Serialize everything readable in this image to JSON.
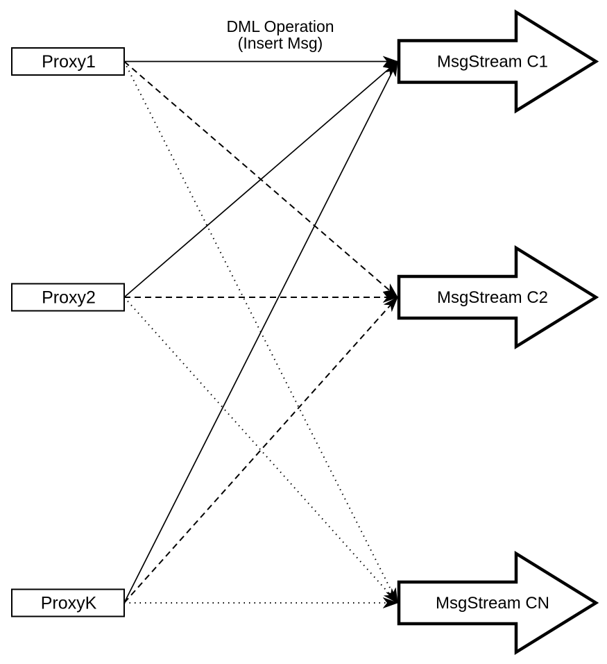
{
  "diagram": {
    "edge_label": {
      "line1": "DML Operation",
      "line2": "(Insert Msg)"
    },
    "proxies": [
      {
        "id": "proxy1",
        "label": "Proxy1"
      },
      {
        "id": "proxy2",
        "label": "Proxy2"
      },
      {
        "id": "proxyk",
        "label": "ProxyK"
      }
    ],
    "streams": [
      {
        "id": "msgstream-c1",
        "label": "MsgStream C1",
        "incoming_line_style": "solid"
      },
      {
        "id": "msgstream-c2",
        "label": "MsgStream C2",
        "incoming_line_style": "dashed"
      },
      {
        "id": "msgstream-cn",
        "label": "MsgStream CN",
        "incoming_line_style": "dotted"
      }
    ],
    "edges": [
      {
        "from": "Proxy1",
        "to": "MsgStream C1",
        "style": "solid",
        "arrowhead": true
      },
      {
        "from": "Proxy2",
        "to": "MsgStream C1",
        "style": "solid",
        "arrowhead": true
      },
      {
        "from": "ProxyK",
        "to": "MsgStream C1",
        "style": "solid",
        "arrowhead": true
      },
      {
        "from": "Proxy1",
        "to": "MsgStream C2",
        "style": "dashed",
        "arrowhead": true
      },
      {
        "from": "Proxy2",
        "to": "MsgStream C2",
        "style": "dashed",
        "arrowhead": true
      },
      {
        "from": "ProxyK",
        "to": "MsgStream C2",
        "style": "dashed",
        "arrowhead": true
      },
      {
        "from": "Proxy1",
        "to": "MsgStream CN",
        "style": "dotted",
        "arrowhead": true
      },
      {
        "from": "Proxy2",
        "to": "MsgStream CN",
        "style": "dotted",
        "arrowhead": true
      },
      {
        "from": "ProxyK",
        "to": "MsgStream CN",
        "style": "dotted",
        "arrowhead": true
      }
    ],
    "colors": {
      "stroke": "#000000",
      "shape_fill": "#ffffff",
      "background": "#ffffff"
    }
  }
}
